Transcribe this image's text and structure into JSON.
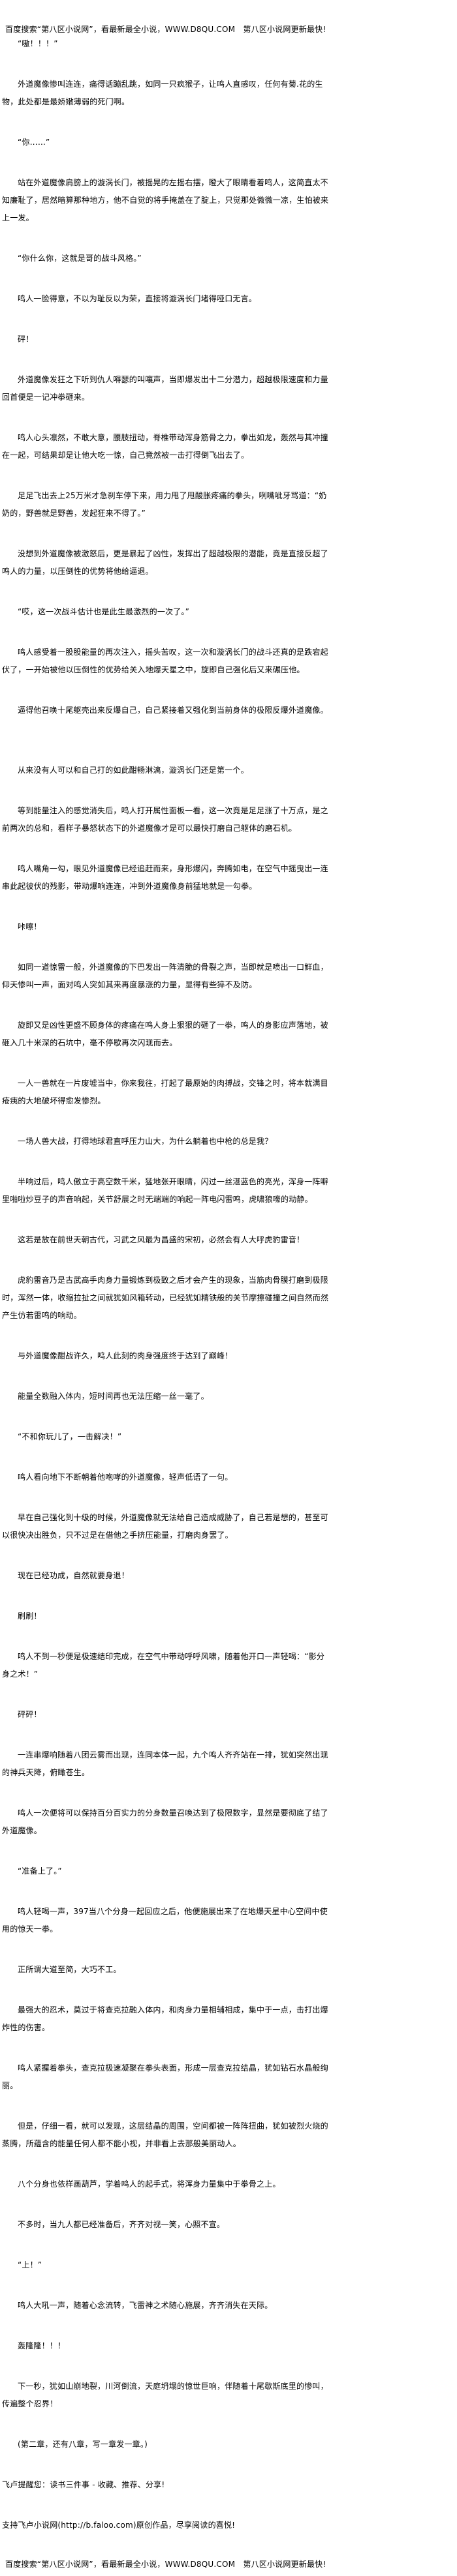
{
  "banner_top": "百度搜索“第八区小说网”，看最新最全小说，WWW.D8QU.COM　第八区小说网更新最快!",
  "paragraphs": [
    "“嗷！！！”",
    "外道魔像惨叫连连，痛得话蹦乱跳，如同一只疯猴子，让鸣人直感叹，任何有菊.花的生物，此处都是最娇嫩薄弱的死门啊。",
    "“你……”",
    "站在外道魔像肩膀上的漩涡长门，被摇晃的左摇右摆，瞪大了眼睛看着鸣人，这简直太不知廉耻了，居然暗算那种地方，他不自觉的将手掩盖在了腚上，只觉那处微微一凉，生怕被来上一发。",
    "“你什么你，这就是哥的战斗风格。”",
    "鸣人一脸得意，不以为耻反以为荣，直接将漩涡长门堵得哑口无言。",
    "砰！",
    "外道魔像发狂之下听到仇人嘚瑟的叫嚷声，当即爆发出十二分潜力，超越极限速度和力量回首便是一记冲拳砸来。",
    "鸣人心头凛然，不敢大意，腰肢扭动，脊椎带动浑身筋骨之力，拳出如龙，轰然与其冲撞在一起，可结果却是让他大吃一惊，自己竟然被一击打得倒飞出去了。",
    "足足飞出去上25万米才急刹车停下来，用力甩了甩酸胀疼痛的拳头，咧嘴呲牙骂道：“奶奶的，野兽就是野兽，发起狂来不得了。”",
    "没想到外道魔像被激怒后，更是暴起了凶性，发挥出了超越极限的潜能，竟是直接反超了鸣人的力量，以压倒性的优势将他给逼退。",
    "“哎，这一次战斗估计也是此生最激烈的一次了。”",
    "鸣人感受着一股股能量的再次注入，摇头苦叹，这一次和漩涡长门的战斗还真的是跌宕起伏了，一开始被他以压倒性的优势给关入地爆天星之中，旋即自己强化后又来碾压他。",
    "逼得他召唤十尾躯壳出来反爆自己，自己紧接着又强化到当前身体的极限反爆外道魔像。",
    "从来没有人可以和自己打的如此酣畅淋漓，漩涡长门还是第一个。",
    "等到能量注入的感觉消失后，鸣人打开属性面板一看，这一次竟是足足涨了十万点，是之前两次的总和，看样子暴怒状态下的外道魔像才是可以最快打磨自己躯体的磨石机。",
    "鸣人嘴角一勾，眼见外道魔像已经追赶而来，身形爆闪，奔腾如电，在空气中摇曳出一连串此起彼伏的残影，带动爆响连连，冲到外道魔像身前猛地就是一勾拳。",
    "咔嚓！",
    "如同一道惊雷一般，外道魔像的下巴发出一阵清脆的骨裂之声，当即就是喷出一口鲜血，仰天惨叫一声，面对鸣人突如其来再度暴涨的力量，显得有些猝不及防。",
    "旋即又是凶性更盛不顾身体的疼痛在鸣人身上狠狠的砸了一拳，鸣人的身影应声落地，被砸入几十米深的石坑中，毫不停歇再次闪现而去。",
    "一人一兽就在一片废墟当中，你来我往，打起了最原始的肉搏战，交锋之时，将本就满目疮痍的大地破坏得愈发惨烈。",
    "一场人兽大战，打得地球君直呼压力山大，为什么躺着也中枪的总是我？",
    "半响过后，鸣人傲立于高空数千米，猛地张开眼睛，闪过一丝湛蓝色的亮光，浑身一阵噼里啪啦炒豆子的声音响起，关节舒展之时无端端的响起一阵电闪雷鸣，虎啸狼嚎的动静。",
    "这若是放在前世天朝古代，习武之风最为昌盛的宋初，必然会有人大呼虎豹雷音！",
    "虎豹雷音乃是古武高手肉身力量锻炼到极致之后才会产生的现象，当筋肉骨膜打磨到极限时，浑然一体，收缩拉扯之间就犹如风箱转动，已经犹如精铁般的关节摩擦碰撞之间自然而然产生仿若雷鸣的响动。",
    "与外道魔像酣战许久，鸣人此刻的肉身强度终于达到了巅峰！",
    "能量全数融入体内，短时间再也无法压缩一丝一毫了。",
    "“不和你玩儿了，一击解决！”",
    "鸣人看向地下不断朝着他咆哮的外道魔像，轻声低语了一句。",
    "早在自己强化到十级的时候，外道魔像就无法给自己造成威胁了，自己若是想的，甚至可以很快决出胜负，只不过是在借他之手挤压能量，打磨肉身罢了。",
    "现在已经功成，自然就要身退！",
    "刷刷！",
    "鸣人不到一秒便是极速结印完成，在空气中带动呼呼风啸，随着他开口一声轻喝：“影分身之术！”",
    "砰砰！",
    "一连串爆响随着八团云雾而出现，连同本体一起，九个鸣人齐齐站在一排，犹如突然出现的神兵天降，俯瞰苍生。",
    "鸣人一次便将可以保持百分百实力的分身数量召唤达到了极限数字，显然是要彻底了结了外道魔像。",
    "“准备上了。”",
    "鸣人轻喝一声，397当八个分身一起回应之后，他便施展出来了在地爆天星中心空间中使用的惊天一拳。",
    "正所谓大道至简，大巧不工。",
    "最强大的忍术，莫过于将查克拉融入体内，和肉身力量相辅相成，集中于一点，击打出爆炸性的伤害。",
    "鸣人紧握着拳头，查克拉极速凝聚在拳头表面，形成一层查克拉结晶，犹如钻石水晶般绚丽。",
    "但是，仔细一看，就可以发现，这层结晶的周围，空间都被一阵阵扭曲，犹如被烈火烧的蒸腾，所蕴含的能量任何人都不能小视，并非看上去那般美丽动人。",
    "八个分身也依样画葫芦，学着鸣人的起手式，将浑身力量集中于拳骨之上。",
    "不多时，当九人都已经准备后，齐齐对视一笑，心照不宣。",
    "“上！”",
    "鸣人大吼一声，随着心念流转，飞雷神之术随心施展，齐齐消失在天际。",
    "轰隆隆！！！",
    "下一秒，犹如山崩地裂，川河倒流，天庭坍塌的惊世巨响，伴随着十尾歇斯底里的惨叫，传遍整个忍界！",
    "(第二章，还有八章，写一章发一章。)"
  ],
  "faloo_reminder": "飞卢提醒您：读书三件事 - 收藏、推荐、分享!",
  "faloo_support": "支持飞卢小说网(http://b.faloo.com)原创作品，尽享阅读的喜悦!",
  "banner_bottom": "百度搜索“第八区小说网”，看最新最全小说，WWW.D8QU.COM　第八区小说网更新最快!"
}
